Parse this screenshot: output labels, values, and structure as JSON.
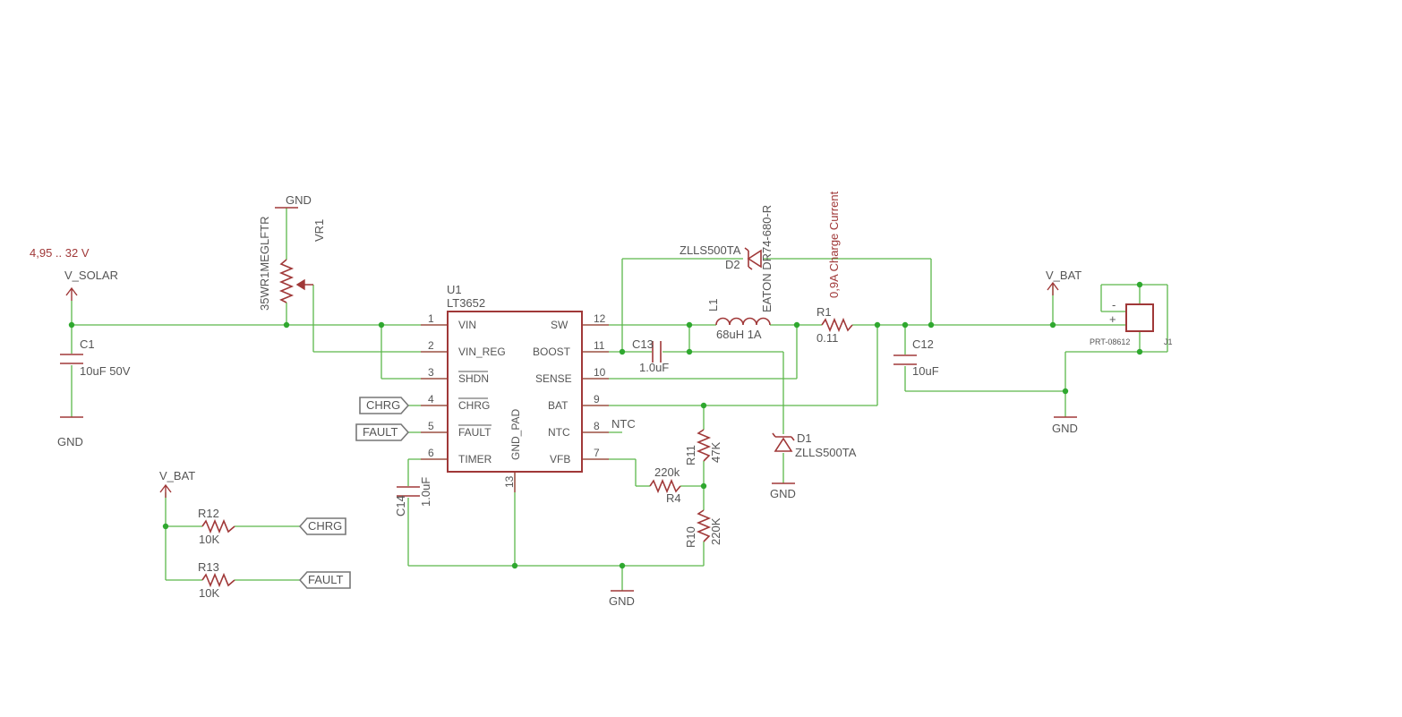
{
  "annotations": {
    "input_range": "4,95 .. 32 V",
    "charge_current": "0,9A Charge Current"
  },
  "supplies": {
    "v_solar": "V_SOLAR",
    "v_bat_right": "V_BAT",
    "v_bat_left": "V_BAT",
    "gnd_c1": "GND",
    "gnd_vr1": "GND",
    "gnd_d1": "GND",
    "gnd_bottom": "GND",
    "gnd_c12": "GND"
  },
  "u1": {
    "ref": "U1",
    "value": "LT3652",
    "center_label": "GND_PAD",
    "pins_left": [
      {
        "num": "1",
        "name": "VIN"
      },
      {
        "num": "2",
        "name": "VIN_REG"
      },
      {
        "num": "3",
        "name": "SHDN"
      },
      {
        "num": "4",
        "name": "CHRG"
      },
      {
        "num": "5",
        "name": "FAULT"
      },
      {
        "num": "6",
        "name": "TIMER"
      }
    ],
    "pins_right": [
      {
        "num": "12",
        "name": "SW"
      },
      {
        "num": "11",
        "name": "BOOST"
      },
      {
        "num": "10",
        "name": "SENSE"
      },
      {
        "num": "9",
        "name": "BAT"
      },
      {
        "num": "8",
        "name": "NTC"
      },
      {
        "num": "7",
        "name": "VFB"
      }
    ],
    "bottom_pin": "13"
  },
  "components": {
    "c1": {
      "ref": "C1",
      "value": "10uF 50V"
    },
    "vr1": {
      "ref": "VR1",
      "value": "35WR1MEGLFTR"
    },
    "c13": {
      "ref": "C13",
      "value": "1.0uF"
    },
    "l1": {
      "ref": "L1",
      "value": "68uH 1A",
      "part": "EATON DR74-680-R"
    },
    "d2": {
      "ref": "D2",
      "value": "ZLLS500TA"
    },
    "r1": {
      "ref": "R1",
      "value": "0.11"
    },
    "c12": {
      "ref": "C12",
      "value": "10uF"
    },
    "d1": {
      "ref": "D1",
      "value": "ZLLS500TA"
    },
    "r11": {
      "ref": "R11",
      "value": "47K"
    },
    "r4": {
      "ref": "R4",
      "value": "220k"
    },
    "r10": {
      "ref": "R10",
      "value": "220K"
    },
    "c14": {
      "ref": "C14",
      "value": "1.0uF"
    },
    "r12": {
      "ref": "R12",
      "value": "10K"
    },
    "r13": {
      "ref": "R13",
      "value": "10K"
    },
    "j1": {
      "ref": "J1",
      "value": "PRT-08612",
      "minus": "-",
      "plus": "+"
    }
  },
  "ports": {
    "chrg_u1": "CHRG",
    "fault_u1": "FAULT",
    "chrg_r12": "CHRG",
    "fault_r13": "FAULT"
  },
  "nets": {
    "ntc": "NTC"
  }
}
